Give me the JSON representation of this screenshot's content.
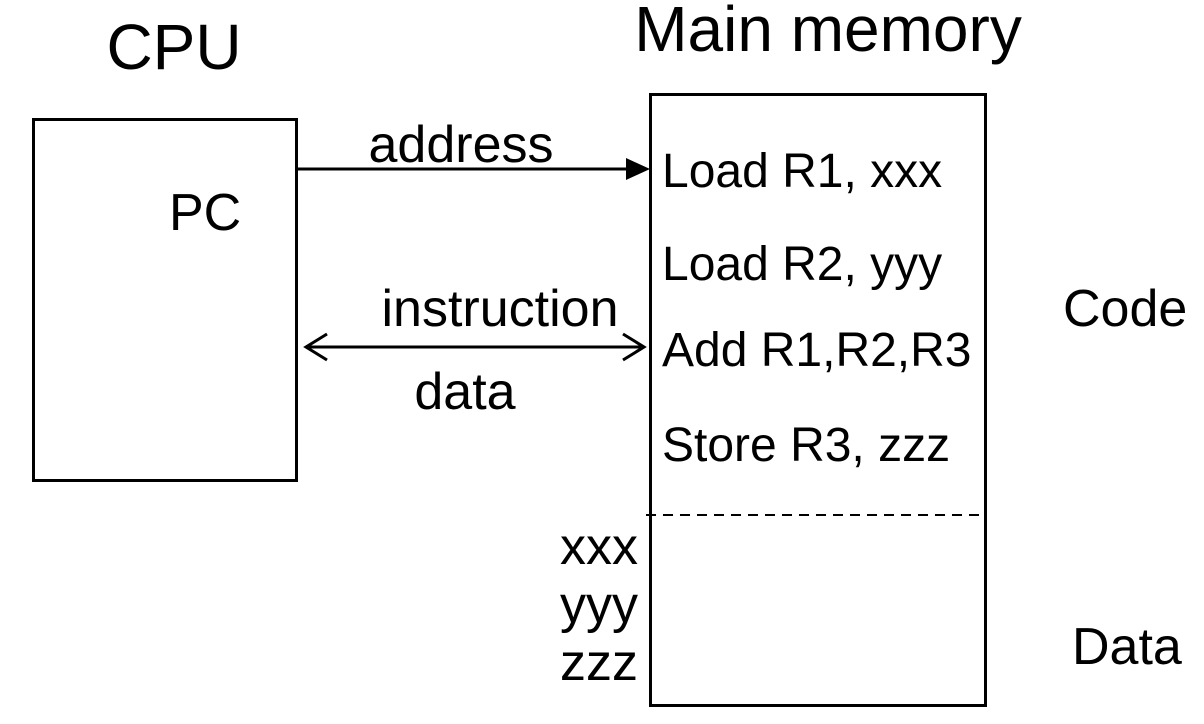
{
  "diagram": {
    "title_cpu": "CPU",
    "title_memory": "Main memory",
    "cpu": {
      "register_label": "PC"
    },
    "buses": {
      "address_label": "address",
      "instruction_label": "instruction",
      "data_label": "data"
    },
    "memory": {
      "instructions": [
        "Load R1, xxx",
        "Load R2, yyy",
        "Add R1,R2,R3",
        "Store R3, zzz"
      ],
      "data_slots": [
        "xxx",
        "yyy",
        "zzz"
      ],
      "code_region_label": "Code",
      "data_region_label": "Data"
    },
    "colors": {
      "foreground": "#000000",
      "background": "#ffffff"
    }
  }
}
